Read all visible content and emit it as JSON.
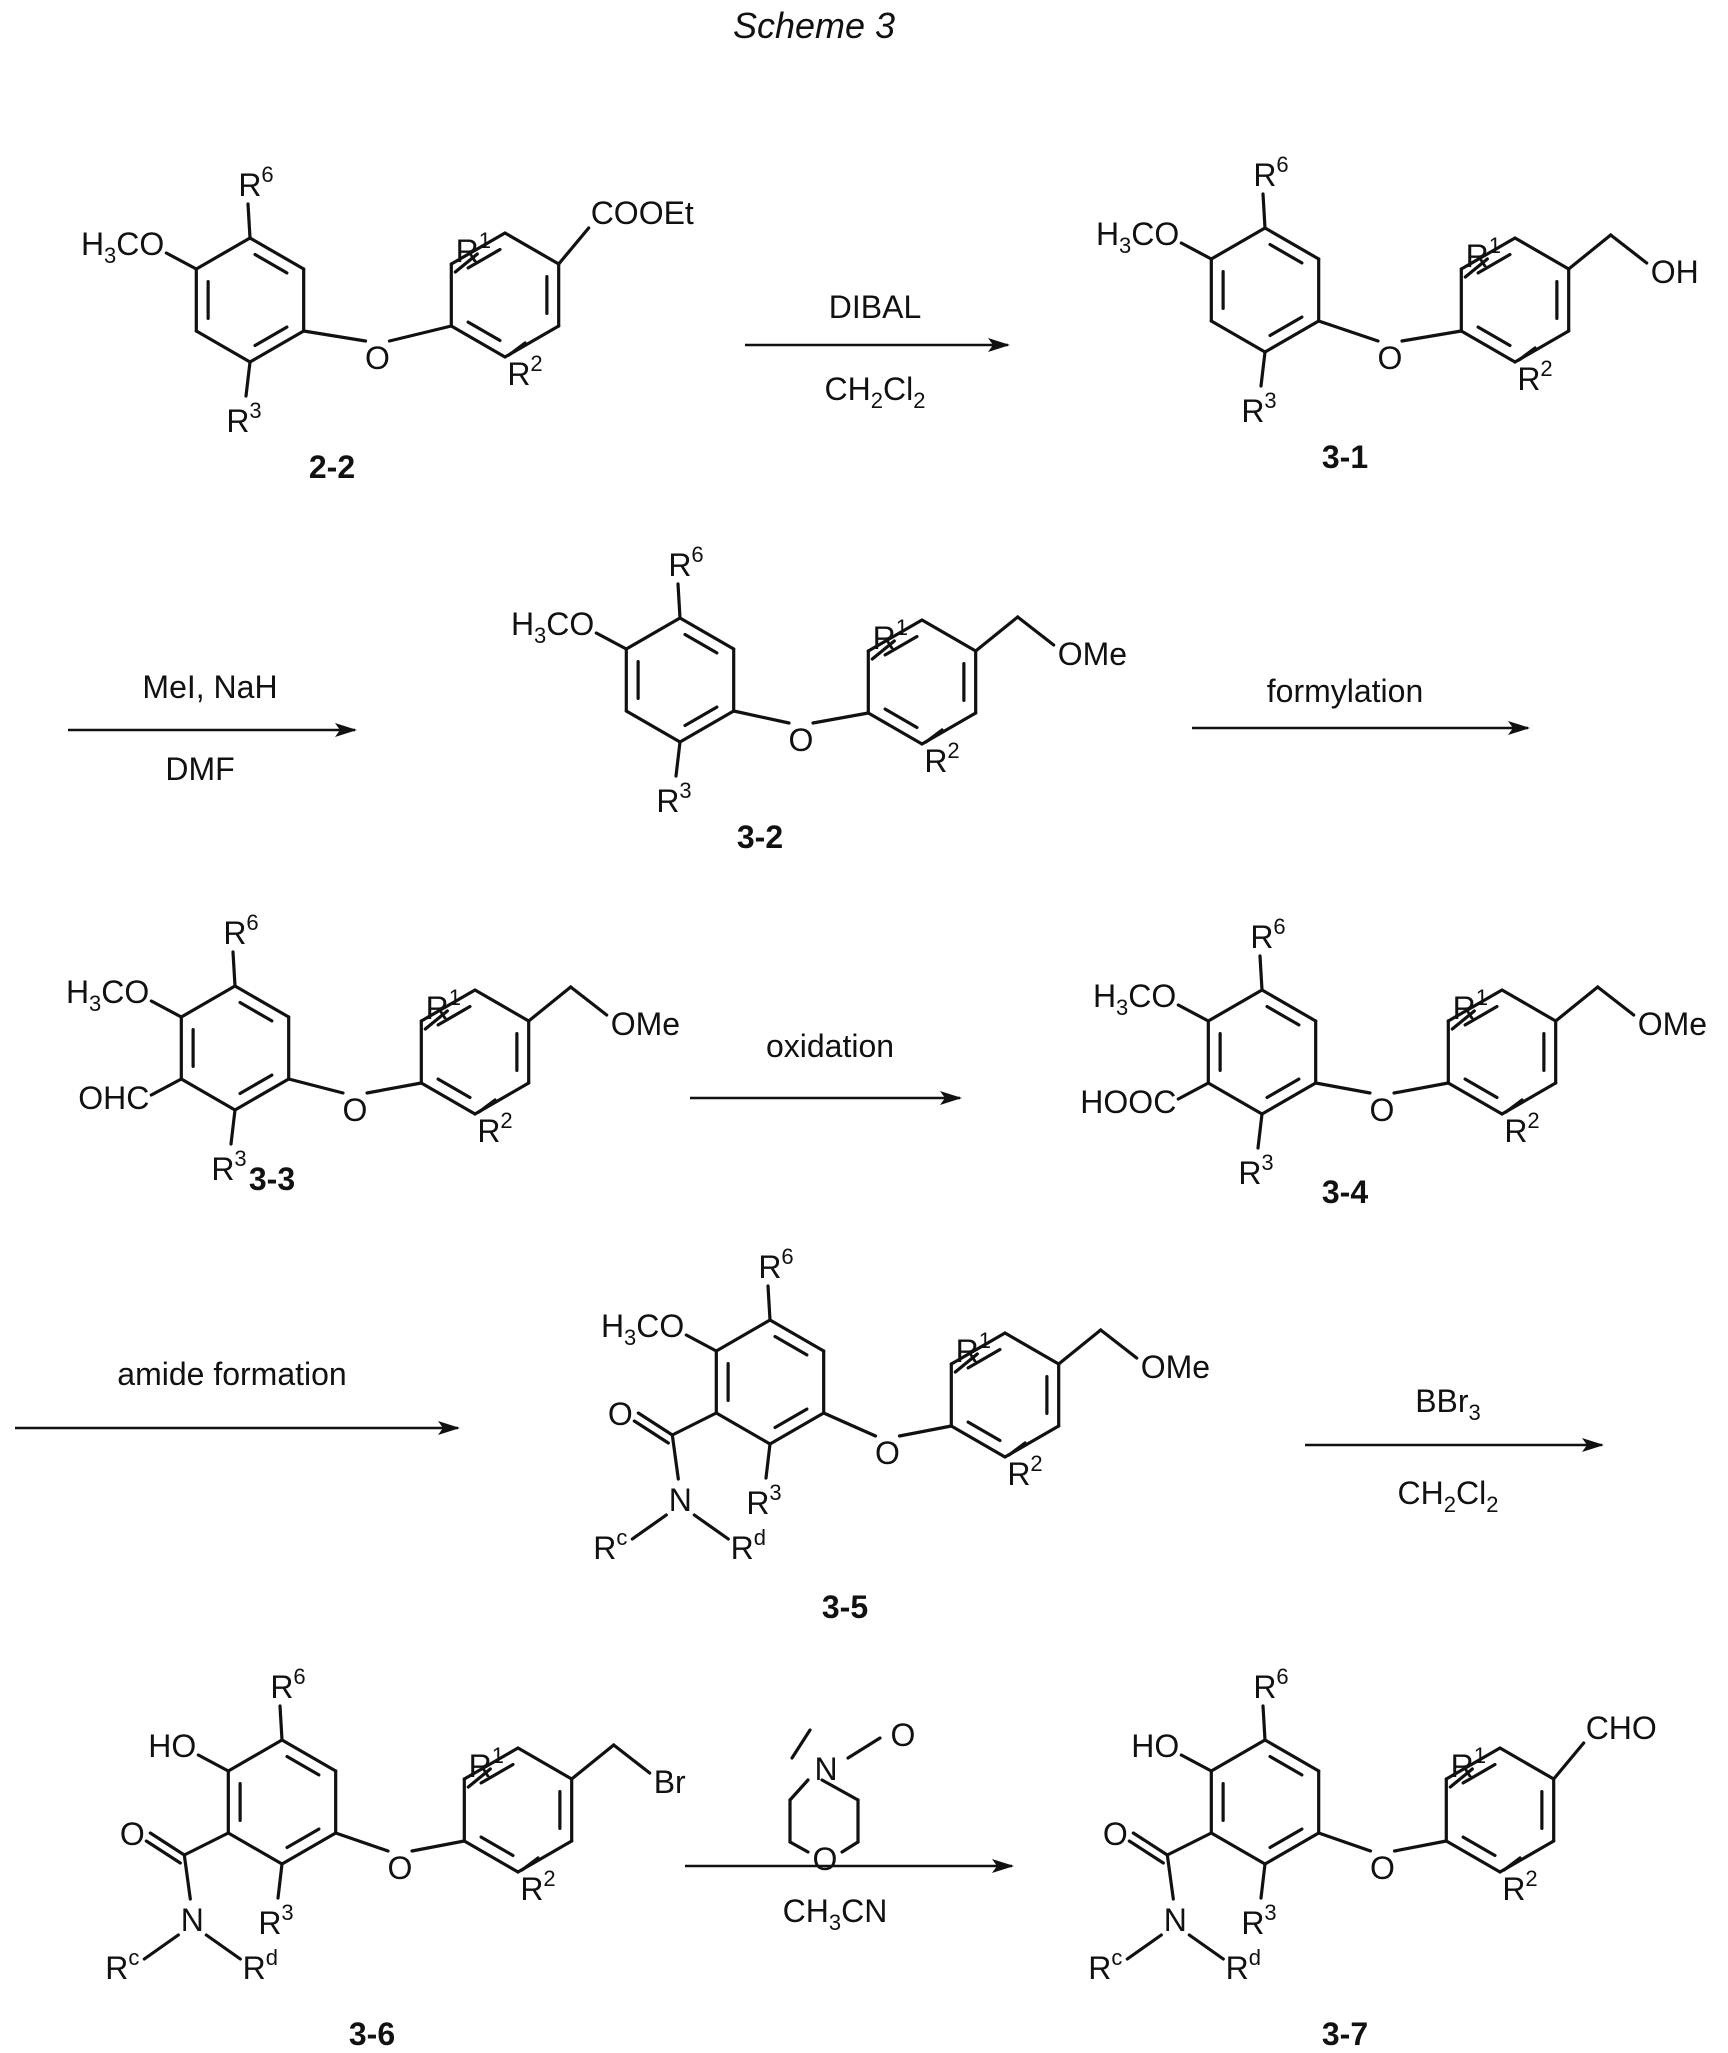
{
  "title": "Scheme 3",
  "atoms": {
    "r1": "R",
    "r2": "R",
    "r3": "R",
    "r6": "R",
    "rc": "R",
    "rd": "R",
    "sup1": "1",
    "sup2": "2",
    "sup3": "3",
    "sup6": "6",
    "supc": "c",
    "supd": "d",
    "h3co": "H",
    "h3co_sub": "3",
    "h3co_tail": "CO",
    "o": "O",
    "n": "N",
    "cooet": "COOEt",
    "oh": "OH",
    "ome": "OMe",
    "ohc": "OHC",
    "hooc": "HOOC",
    "ho": "HO",
    "br": "Br",
    "cho": "CHO"
  },
  "compounds": {
    "c22": "2-2",
    "c31": "3-1",
    "c32": "3-2",
    "c33": "3-3",
    "c34": "3-4",
    "c35": "3-5",
    "c36": "3-6",
    "c37": "3-7"
  },
  "reagents": {
    "r1_top": "DIBAL",
    "r1_bot_a": "CH",
    "r1_bot_s1": "2",
    "r1_bot_b": "Cl",
    "r1_bot_s2": "2",
    "r2_top": "MeI, NaH",
    "r2_bot": "DMF",
    "r3_top": "formylation",
    "r4_top": "oxidation",
    "r5_top": "amide formation",
    "r6_top_a": "BBr",
    "r6_top_s": "3",
    "r6_bot_a": "CH",
    "r6_bot_s1": "2",
    "r6_bot_b": "Cl",
    "r6_bot_s2": "2",
    "r7_bot_a": "CH",
    "r7_bot_s": "3",
    "r7_bot_b": "CN",
    "r7_reagent": "N-methylmorpholine N-oxide"
  }
}
